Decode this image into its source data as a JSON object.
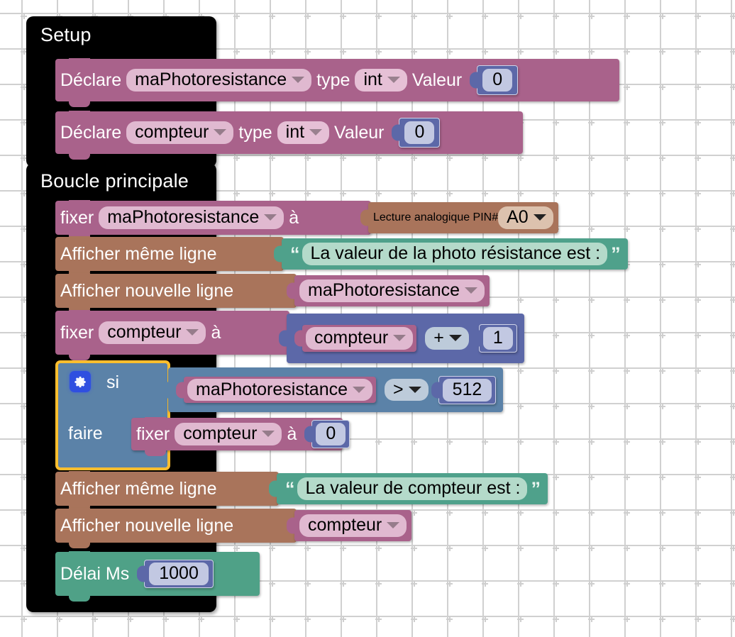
{
  "app": {
    "title": "Blockly visual programming canvas",
    "language": "fr"
  },
  "containers": [
    {
      "id": "setup",
      "label": "Setup"
    },
    {
      "id": "loop",
      "label": "Boucle principale"
    }
  ],
  "setup_blocks": [
    {
      "kind": "declare",
      "label": "Déclare",
      "variable": "maPhotoresistance",
      "type_label": "type",
      "type_value": "int",
      "value_label": "Valeur",
      "value": "0"
    },
    {
      "kind": "declare",
      "label": "Déclare",
      "variable": "compteur",
      "type_label": "type",
      "type_value": "int",
      "value_label": "Valeur",
      "value": "0"
    }
  ],
  "loop_blocks": [
    {
      "kind": "set",
      "label": "fixer",
      "variable": "maPhotoresistance",
      "connector": "à",
      "value_block": {
        "kind": "analog-read",
        "label": "Lecture analogique PIN#",
        "pin": "A0"
      }
    },
    {
      "kind": "print-same-line",
      "label": "Afficher même ligne",
      "value_block": {
        "kind": "text",
        "text": "La valeur de la photo résistance est :"
      }
    },
    {
      "kind": "print-new-line",
      "label": "Afficher nouvelle ligne",
      "value_block": {
        "kind": "variable",
        "variable": "maPhotoresistance"
      }
    },
    {
      "kind": "set",
      "label": "fixer",
      "variable": "compteur",
      "connector": "à",
      "value_block": {
        "kind": "arithmetic",
        "left_variable": "compteur",
        "operator": "+",
        "right_value": "1"
      }
    },
    {
      "kind": "if",
      "if_label": "si",
      "do_label": "faire",
      "gear_icon": "gear-icon",
      "condition": {
        "kind": "compare",
        "left_variable": "maPhotoresistance",
        "operator": ">",
        "right_value": "512"
      },
      "body": {
        "kind": "set",
        "label": "fixer",
        "variable": "compteur",
        "connector": "à",
        "value": "0"
      }
    },
    {
      "kind": "print-same-line",
      "label": "Afficher même ligne",
      "value_block": {
        "kind": "text",
        "text": "La valeur de compteur est :"
      }
    },
    {
      "kind": "print-new-line",
      "label": "Afficher nouvelle ligne",
      "value_block": {
        "kind": "variable",
        "variable": "compteur"
      }
    },
    {
      "kind": "delay",
      "label": "Délai Ms",
      "value": "1000"
    }
  ],
  "colors": {
    "container": "#000000",
    "variable_block": "#A9628B",
    "io_block": "#A9745B",
    "text_block": "#4FA18B",
    "math_block": "#5C68A8",
    "logic_block": "#5B82A8",
    "time_block": "#4FA187",
    "selection_outline": "#FFBE2E",
    "canvas_background": "#FFFFFF",
    "grid_mark": "#CFCFCF"
  }
}
